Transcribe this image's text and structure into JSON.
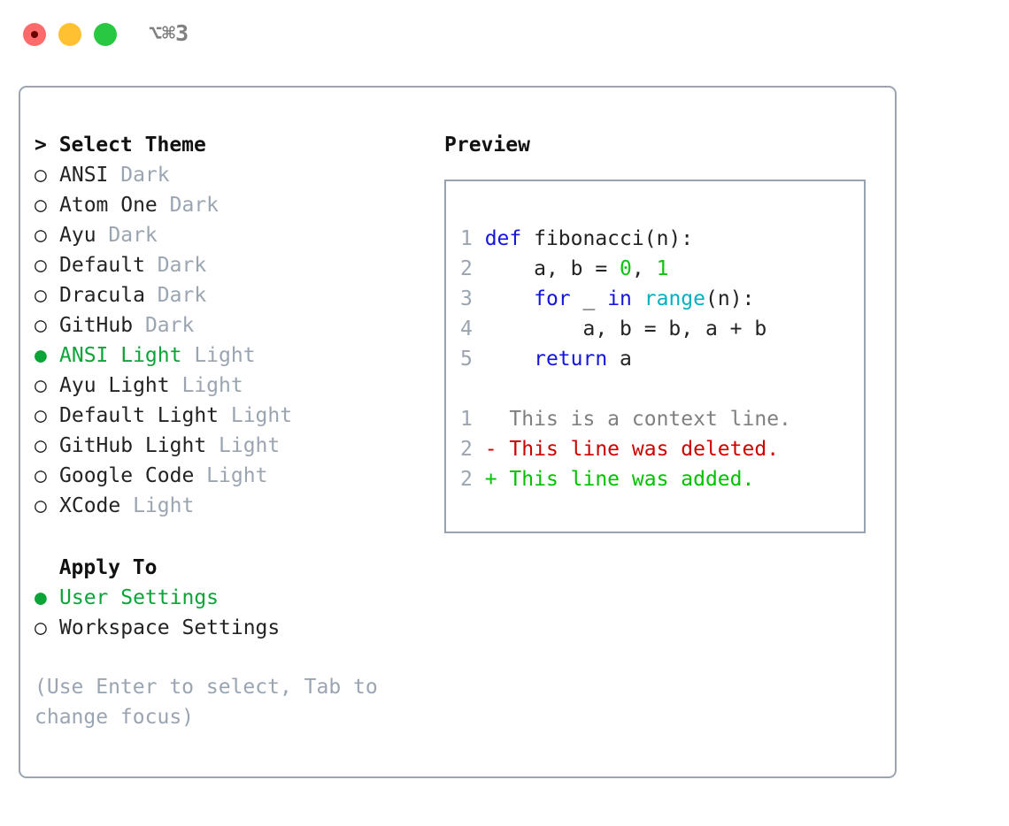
{
  "titlebar": {
    "shortcut": "⌥⌘3",
    "buttons": {
      "close": "close-window",
      "minimize": "minimize-window",
      "maximize": "maximize-window"
    }
  },
  "theme_picker": {
    "header": "> Select Theme",
    "items": [
      {
        "bullet": "○ ",
        "name": "ANSI",
        "mode": " Dark",
        "selected": false
      },
      {
        "bullet": "○ ",
        "name": "Atom One",
        "mode": " Dark",
        "selected": false
      },
      {
        "bullet": "○ ",
        "name": "Ayu",
        "mode": " Dark",
        "selected": false
      },
      {
        "bullet": "○ ",
        "name": "Default",
        "mode": " Dark",
        "selected": false
      },
      {
        "bullet": "○ ",
        "name": "Dracula",
        "mode": " Dark",
        "selected": false
      },
      {
        "bullet": "○ ",
        "name": "GitHub",
        "mode": " Dark",
        "selected": false
      },
      {
        "bullet": "● ",
        "name": "ANSI Light",
        "mode": " Light",
        "selected": true
      },
      {
        "bullet": "○ ",
        "name": "Ayu Light",
        "mode": " Light",
        "selected": false
      },
      {
        "bullet": "○ ",
        "name": "Default Light",
        "mode": " Light",
        "selected": false
      },
      {
        "bullet": "○ ",
        "name": "GitHub Light",
        "mode": " Light",
        "selected": false
      },
      {
        "bullet": "○ ",
        "name": "Google Code",
        "mode": " Light",
        "selected": false
      },
      {
        "bullet": "○ ",
        "name": "XCode",
        "mode": " Light",
        "selected": false
      }
    ]
  },
  "apply_to": {
    "header": "  Apply To",
    "items": [
      {
        "bullet": "● ",
        "name": "User Settings",
        "selected": true
      },
      {
        "bullet": "○ ",
        "name": "Workspace Settings",
        "selected": false
      }
    ]
  },
  "hint": "(Use Enter to select, Tab to change focus)",
  "preview": {
    "title": "Preview",
    "code_lines": [
      {
        "lno": "1 ",
        "tokens": [
          {
            "t": "def",
            "c": "kw"
          },
          {
            "t": " fibonacci(n):",
            "c": "plain"
          }
        ]
      },
      {
        "lno": "2 ",
        "tokens": [
          {
            "t": "    a, b = ",
            "c": "plain"
          },
          {
            "t": "0",
            "c": "num"
          },
          {
            "t": ", ",
            "c": "plain"
          },
          {
            "t": "1",
            "c": "num"
          }
        ]
      },
      {
        "lno": "3 ",
        "tokens": [
          {
            "t": "    ",
            "c": "plain"
          },
          {
            "t": "for",
            "c": "kw"
          },
          {
            "t": " _ ",
            "c": "plain"
          },
          {
            "t": "in",
            "c": "kw"
          },
          {
            "t": " ",
            "c": "plain"
          },
          {
            "t": "range",
            "c": "fn"
          },
          {
            "t": "(n):",
            "c": "plain"
          }
        ]
      },
      {
        "lno": "4 ",
        "tokens": [
          {
            "t": "        a, b = b, a + b",
            "c": "plain"
          }
        ]
      },
      {
        "lno": "5 ",
        "tokens": [
          {
            "t": "    ",
            "c": "plain"
          },
          {
            "t": "return",
            "c": "kw"
          },
          {
            "t": " a",
            "c": "plain"
          }
        ]
      }
    ],
    "diff_lines": [
      {
        "lno": "1 ",
        "marker": "  ",
        "text": "This is a context line.",
        "kind": "d-ctx"
      },
      {
        "lno": "2 ",
        "marker": "- ",
        "text": "This line was deleted.",
        "kind": "d-del"
      },
      {
        "lno": "2 ",
        "marker": "+ ",
        "text": "This line was added.",
        "kind": "d-add"
      }
    ]
  },
  "colors": {
    "selection_green": "#0ca437",
    "muted_gray": "#9aa5b1",
    "border": "#9aa5b1",
    "keyword_blue": "#1414dc",
    "function_cyan": "#00b0c0",
    "number_green": "#0cc40c",
    "diff_add_green": "#00c000",
    "diff_del_red": "#cc0000",
    "traffic_red": "#ff6b6b",
    "traffic_yellow": "#ffc132",
    "traffic_green": "#28c840"
  }
}
